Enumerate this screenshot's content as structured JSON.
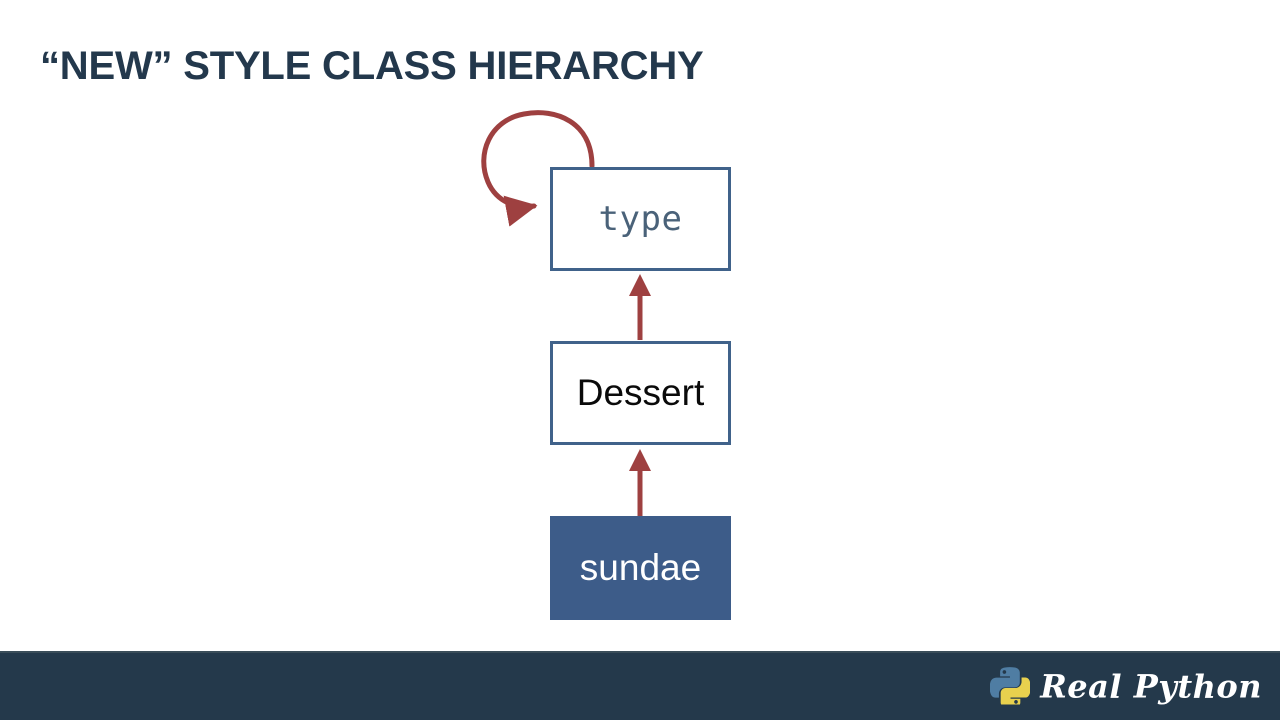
{
  "slide": {
    "title": "“NEW” STYLE CLASS HIERARCHY",
    "background_color": "#ffffff"
  },
  "diagram": {
    "type": "class-hierarchy",
    "accent_arrow_color": "#9e4040",
    "box_border_color": "#40628a",
    "nodes": [
      {
        "id": "type",
        "label": "type",
        "style": "outline",
        "text_color": "#4a6279",
        "fill_color": "#ffffff",
        "font": "monospace"
      },
      {
        "id": "dessert",
        "label": "Dessert",
        "style": "outline",
        "text_color": "#0a0a0a",
        "fill_color": "#ffffff",
        "font": "sans-serif"
      },
      {
        "id": "sundae",
        "label": "sundae",
        "style": "filled",
        "text_color": "#ffffff",
        "fill_color": "#3d5c89",
        "font": "sans-serif"
      }
    ],
    "edges": [
      {
        "from": "type",
        "to": "type",
        "kind": "self-loop",
        "label": ""
      },
      {
        "from": "dessert",
        "to": "type",
        "kind": "inherits",
        "label": ""
      },
      {
        "from": "sundae",
        "to": "dessert",
        "kind": "inherits",
        "label": ""
      }
    ]
  },
  "footer": {
    "background_color": "#24394b",
    "brand_name": "Real Python",
    "logo_icon": "python-logo-icon",
    "logo_colors": {
      "top_snake": "#4f7da3",
      "bottom_snake": "#e8d14e"
    }
  }
}
